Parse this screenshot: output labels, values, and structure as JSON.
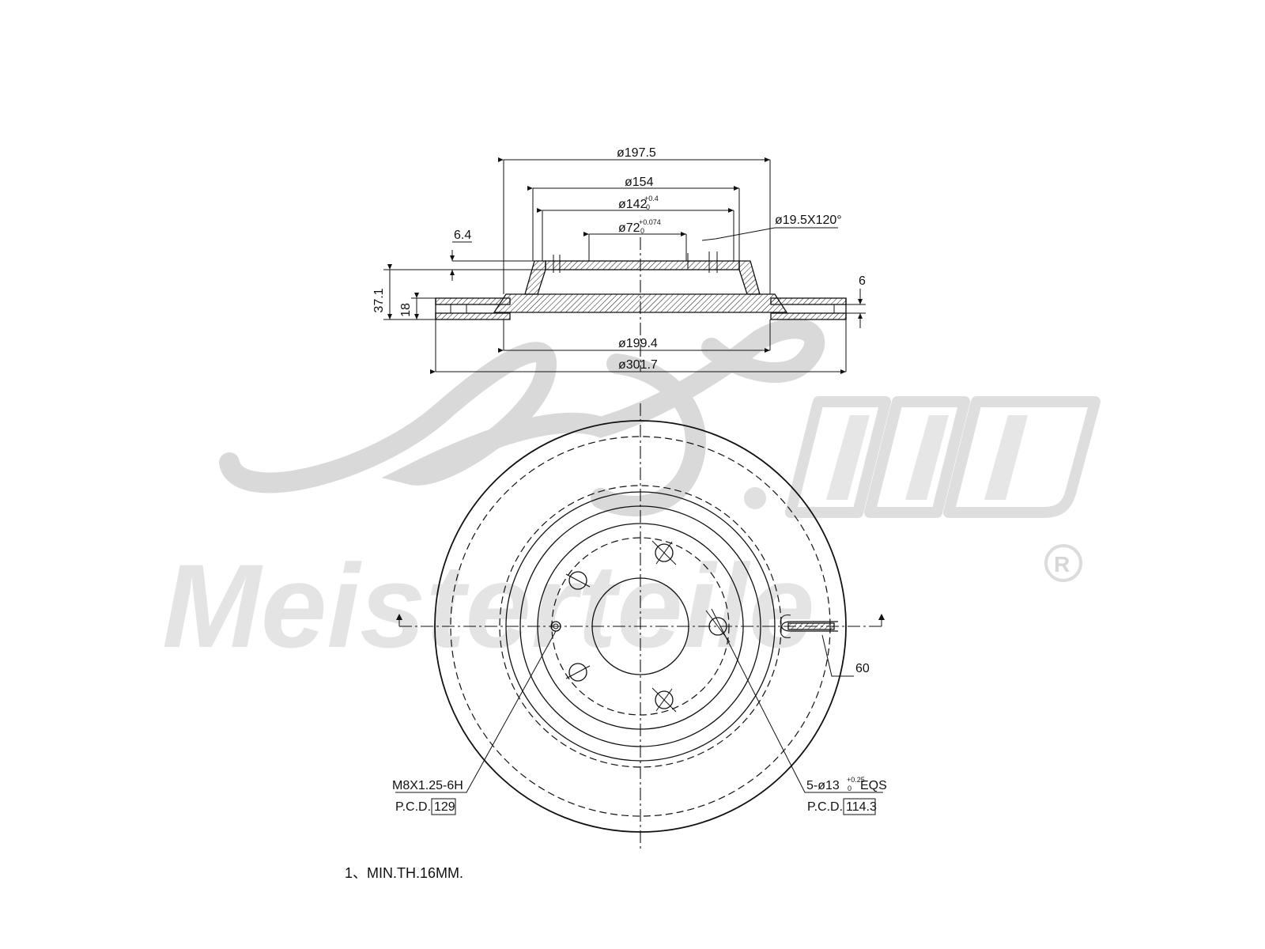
{
  "watermark": {
    "brand_script": "A.T.",
    "brand_name": "Meisterteile",
    "registered_mark": "R"
  },
  "section_view": {
    "dims": {
      "d_outer_hat": "ø197.5",
      "d_154": "ø154",
      "d_142": "ø142",
      "d_142_tol_upper": "+0.4",
      "d_142_tol_lower": "0",
      "d_72": "ø72",
      "d_72_tol_upper": "+0.074",
      "d_72_tol_lower": "0",
      "chamfer": "ø19.5X120°",
      "hat_thickness": "6.4",
      "total_height": "37.1",
      "disc_thickness": "18",
      "rim": "6",
      "d_199": "ø199.4",
      "d_301": "ø301.7"
    }
  },
  "front_view": {
    "labels": {
      "slot_angle": "60",
      "thread": "M8X1.25-6H",
      "pcd_small_label": "P.C.D.",
      "pcd_small_value": "129",
      "holes": "5-ø13",
      "holes_tol_upper": "+0.25",
      "holes_tol_lower": "0",
      "holes_suffix": "EQS",
      "pcd_large_label": "P.C.D.",
      "pcd_large_value": "114.3"
    }
  },
  "notes": {
    "min_thickness": "1、MIN.TH.16MM."
  }
}
